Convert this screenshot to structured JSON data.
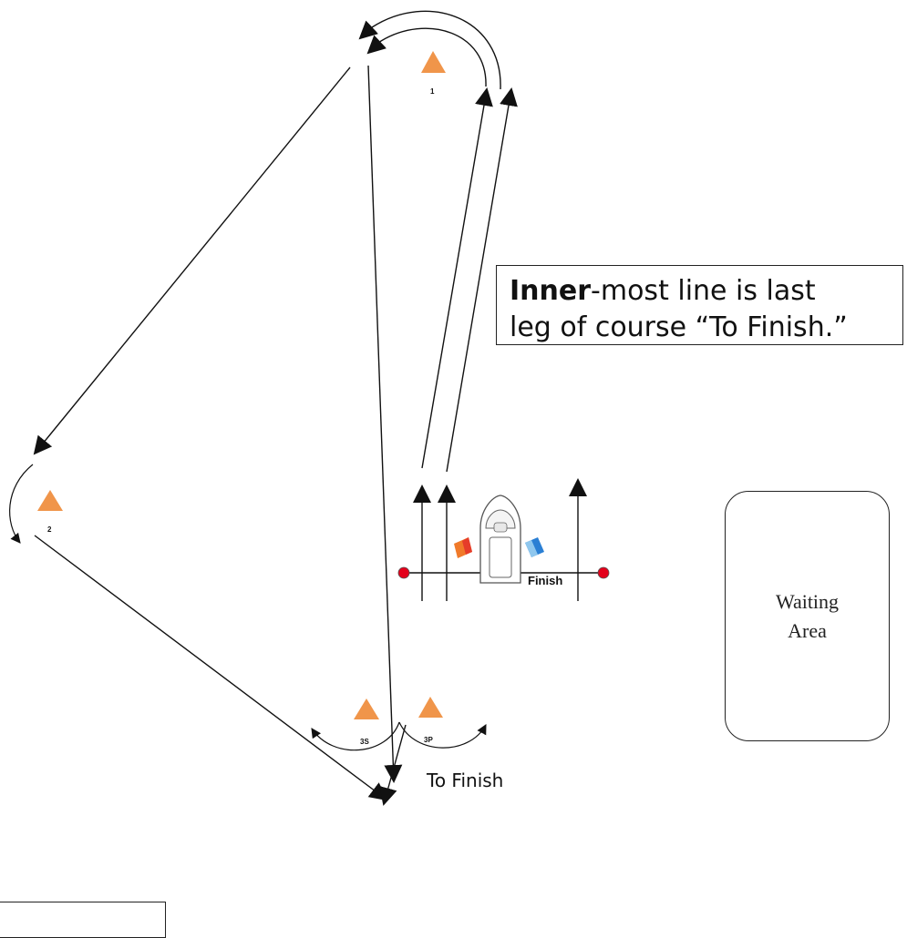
{
  "note": {
    "bold_part": "Inner",
    "line1_rest": "-most line is last",
    "line2": "leg of course “To Finish.”"
  },
  "waiting_area": {
    "line1": "Waiting",
    "line2": "Area"
  },
  "to_finish_label": "To Finish",
  "finish_label": "Finish",
  "buoys": [
    {
      "id": "1",
      "label": "1"
    },
    {
      "id": "2",
      "label": "2"
    },
    {
      "id": "3s",
      "label": "3S"
    },
    {
      "id": "3p",
      "label": "3P"
    }
  ],
  "colors": {
    "buoy": "#f0954a",
    "line": "#111111",
    "finish_dot": "#e3001b",
    "flag_orange": "#f07a2a",
    "flag_blue": "#2a7fd4"
  }
}
